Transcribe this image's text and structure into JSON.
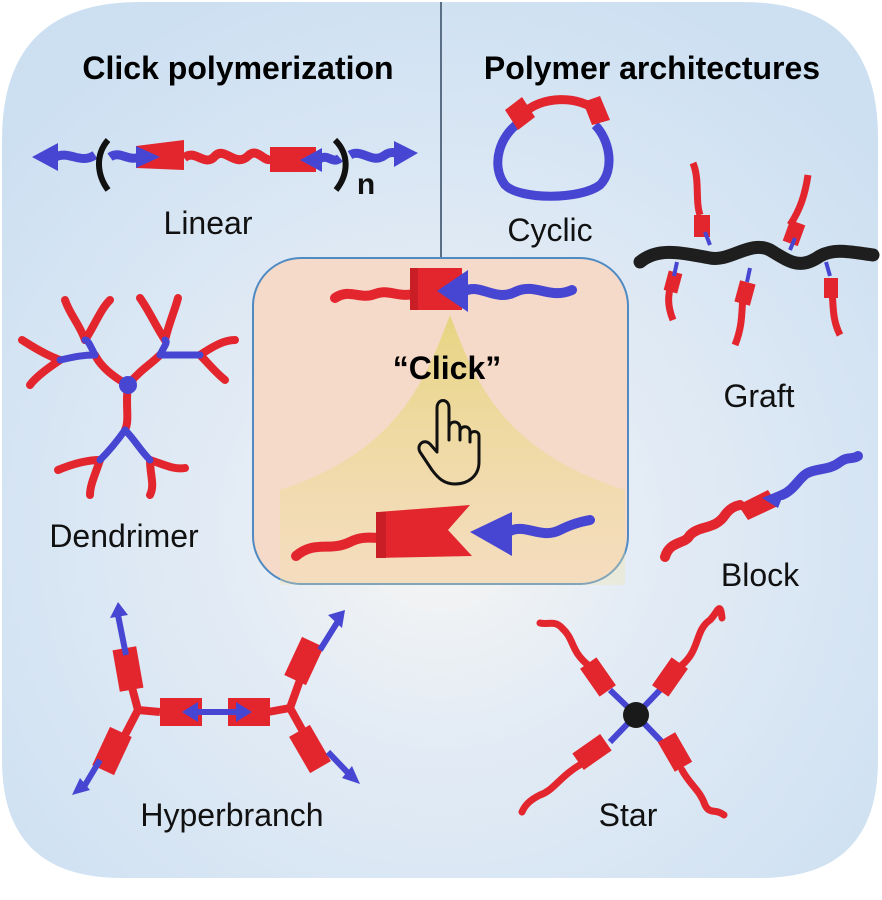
{
  "titles": {
    "left": "Click polymerization",
    "right": "Polymer architectures"
  },
  "labels": {
    "linear": "Linear",
    "repeat_subscript": "n",
    "cyclic": "Cyclic",
    "graft": "Graft",
    "dendrimer": "Dendrimer",
    "block": "Block",
    "hyperbranch": "Hyperbranch",
    "star": "Star"
  },
  "center": {
    "click_label": "“Click”",
    "hand_icon": "pointing-hand-icon"
  },
  "colors": {
    "red_block": "#e3262e",
    "blue_block": "#4646d2",
    "backbone": "#1e1e1e",
    "panel_bg": "#d3e3f3",
    "center_box": "#f5d9c9",
    "center_border": "#4f8ac2",
    "glow": "#ead87a",
    "divider": "#5a6f86"
  }
}
